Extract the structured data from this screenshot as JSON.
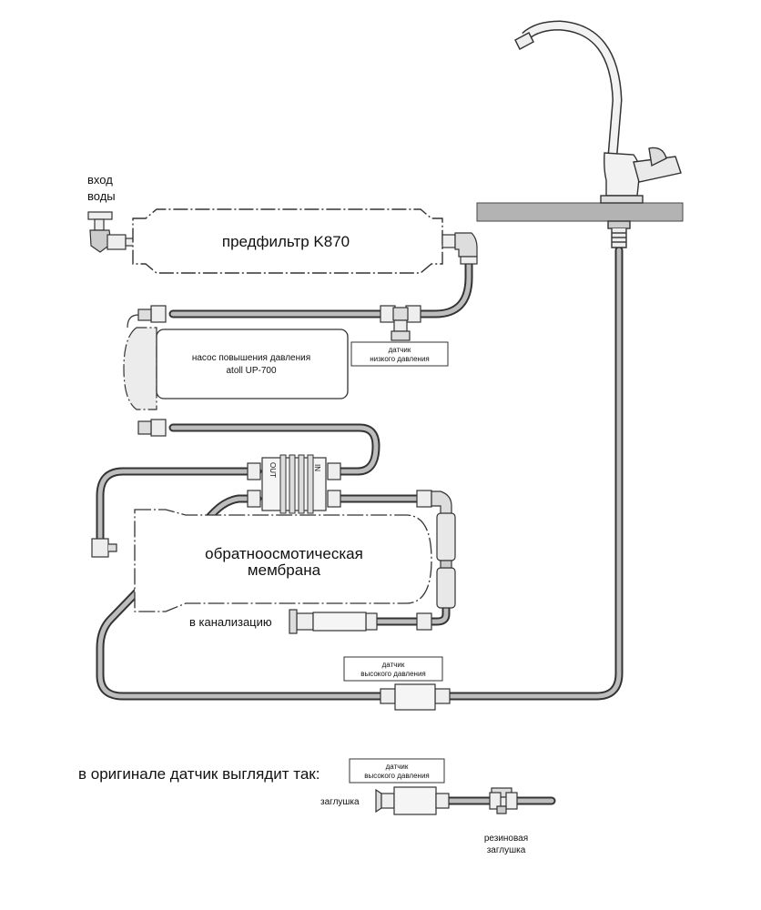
{
  "labels": {
    "water_inlet_1": "вход",
    "water_inlet_2": "воды",
    "prefilter": "предфильтр K870",
    "pump_1": "насос повышения давления",
    "pump_2": "atoll UP-700",
    "low_sensor_1": "датчик",
    "low_sensor_2": "низкого давления",
    "membrane_1": "обратноосмотическая",
    "membrane_2": "мембрана",
    "drain": "в канализацию",
    "high_sensor_1": "датчик",
    "high_sensor_2": "высокого давления",
    "port_out": "OUT",
    "port_in": "IN"
  },
  "footer": {
    "note": "в оригинале датчик выглядит так:",
    "sensor_1": "датчик",
    "sensor_2": "высокого давления",
    "plug": "заглушка",
    "rubber_plug_1": "резиновая",
    "rubber_plug_2": "заглушка"
  }
}
